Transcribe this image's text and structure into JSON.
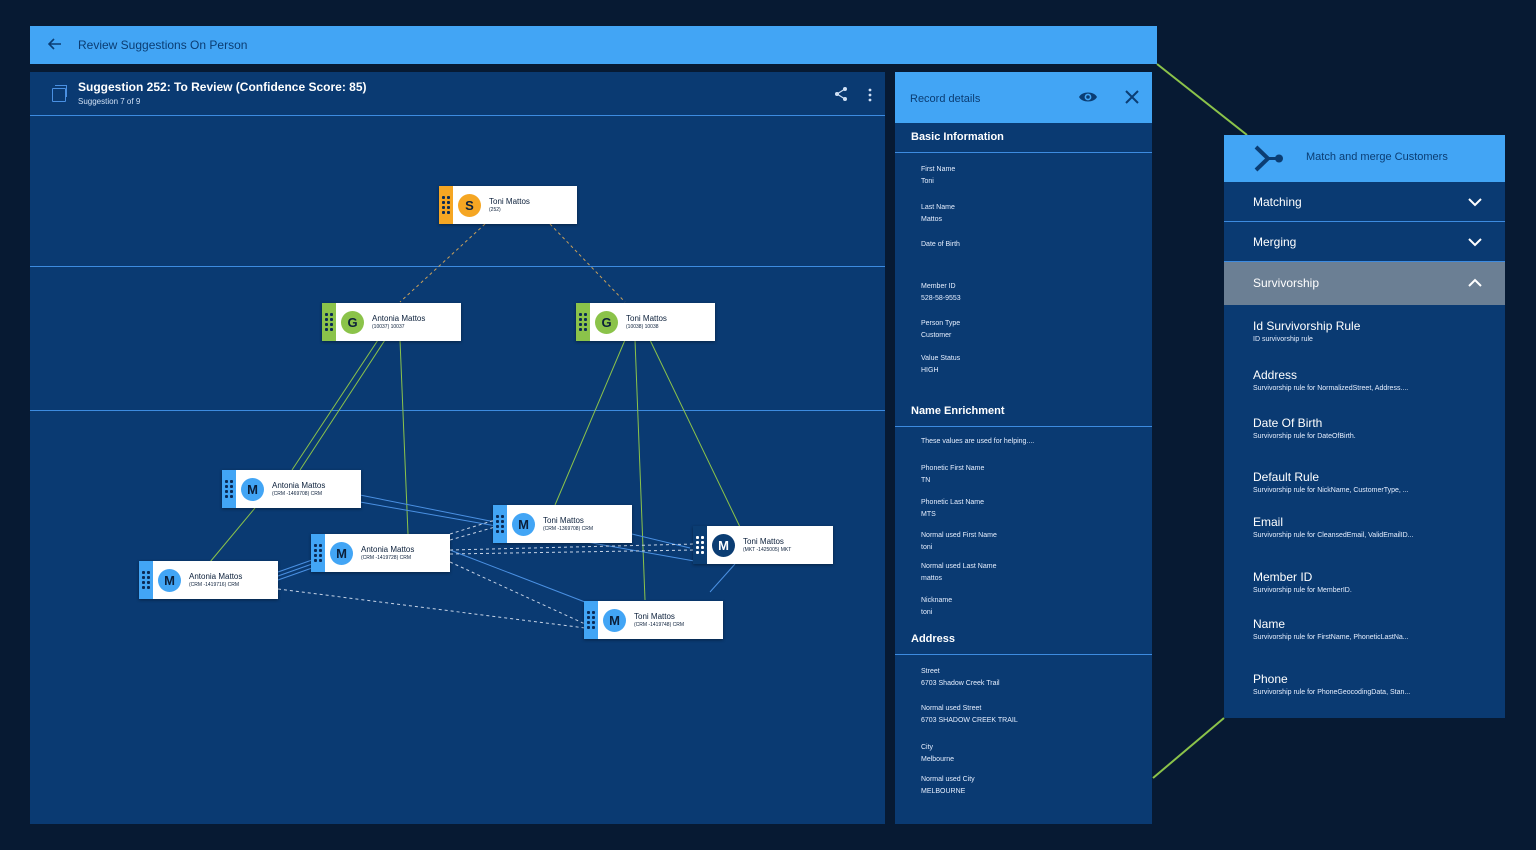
{
  "topbar": {
    "title": "Review Suggestions On Person"
  },
  "graph": {
    "title": "Suggestion 252: To Review (Confidence Score: 85)",
    "subtitle": "Suggestion 7 of 9",
    "nodes": [
      {
        "letter": "S",
        "name": "Toni Mattos",
        "sub": "(252)",
        "color": "#f5a623"
      },
      {
        "letter": "G",
        "name": "Antonia Mattos",
        "sub": "(10037) 10037",
        "color": "#8bc34a"
      },
      {
        "letter": "G",
        "name": "Toni Mattos",
        "sub": "(10038) 10038",
        "color": "#8bc34a"
      },
      {
        "letter": "M",
        "name": "Antonia Mattos",
        "sub": "(CRM -1469708) CRM",
        "color": "#42a5f5"
      },
      {
        "letter": "M",
        "name": "Toni Mattos",
        "sub": "(CRM -1369708) CRM",
        "color": "#42a5f5"
      },
      {
        "letter": "M",
        "name": "Antonia Mattos",
        "sub": "(CRM -1419728) CRM",
        "color": "#42a5f5"
      },
      {
        "letter": "M",
        "name": "Toni Mattos",
        "sub": "(MKT -1425005) MKT",
        "color": "#0b3d73"
      },
      {
        "letter": "M",
        "name": "Antonia Mattos",
        "sub": "(CRM -1419716) CRM",
        "color": "#42a5f5"
      },
      {
        "letter": "M",
        "name": "Toni Mattos",
        "sub": "(CRM -1419748) CRM",
        "color": "#42a5f5"
      }
    ]
  },
  "details": {
    "header": "Record details",
    "sections": {
      "basic": "Basic Information",
      "enrichment": "Name Enrichment",
      "address": "Address"
    },
    "fields": [
      {
        "label": "First Name",
        "value": "Toni"
      },
      {
        "label": "Last Name",
        "value": "Mattos"
      },
      {
        "label": "Date of Birth",
        "value": ""
      },
      {
        "label": "Member ID",
        "value": "528-58-9553"
      },
      {
        "label": "Person Type",
        "value": "Customer"
      },
      {
        "label": "Value Status",
        "value": "HIGH"
      },
      {
        "label": "These values are used for helping....",
        "value": ""
      },
      {
        "label": "Phonetic First Name",
        "value": "TN"
      },
      {
        "label": "Phonetic Last Name",
        "value": "MTS"
      },
      {
        "label": "Normal used First Name",
        "value": "toni"
      },
      {
        "label": "Normal used Last Name",
        "value": "mattos"
      },
      {
        "label": "Nickname",
        "value": "toni"
      },
      {
        "label": "Street",
        "value": "6703 Shadow Creek Trail"
      },
      {
        "label": "Normal used Street",
        "value": "6703 SHADOW CREEK TRAIL"
      },
      {
        "label": "City",
        "value": "Melbourne"
      },
      {
        "label": "Normal used City",
        "value": "MELBOURNE"
      }
    ]
  },
  "match_merge": {
    "title": "Match and merge Customers",
    "accordions": [
      "Matching",
      "Merging",
      "Survivorship"
    ],
    "rules": [
      {
        "name": "Id Survivorship Rule",
        "desc": "ID survivorship rule"
      },
      {
        "name": "Address",
        "desc": "Survivorship rule for NormalizedStreet, Address...."
      },
      {
        "name": "Date Of Birth",
        "desc": "Survivorship rule for DateOfBirth."
      },
      {
        "name": "Default Rule",
        "desc": "Survivorship rule for NickName, CustomerType, ..."
      },
      {
        "name": "Email",
        "desc": "Survivorship rule for CleansedEmail, ValidEmailID..."
      },
      {
        "name": "Member ID",
        "desc": "Survivorship rule for MemberID."
      },
      {
        "name": "Name",
        "desc": "Survivorship rule for FirstName, PhoneticLastNa..."
      },
      {
        "name": "Phone",
        "desc": "Survivorship rule for PhoneGeocodingData, Stan..."
      }
    ]
  },
  "colors": {
    "accent": "#42a5f5",
    "panel": "#0a3a72",
    "background": "#071a33",
    "link_line": "#8bc34a"
  }
}
